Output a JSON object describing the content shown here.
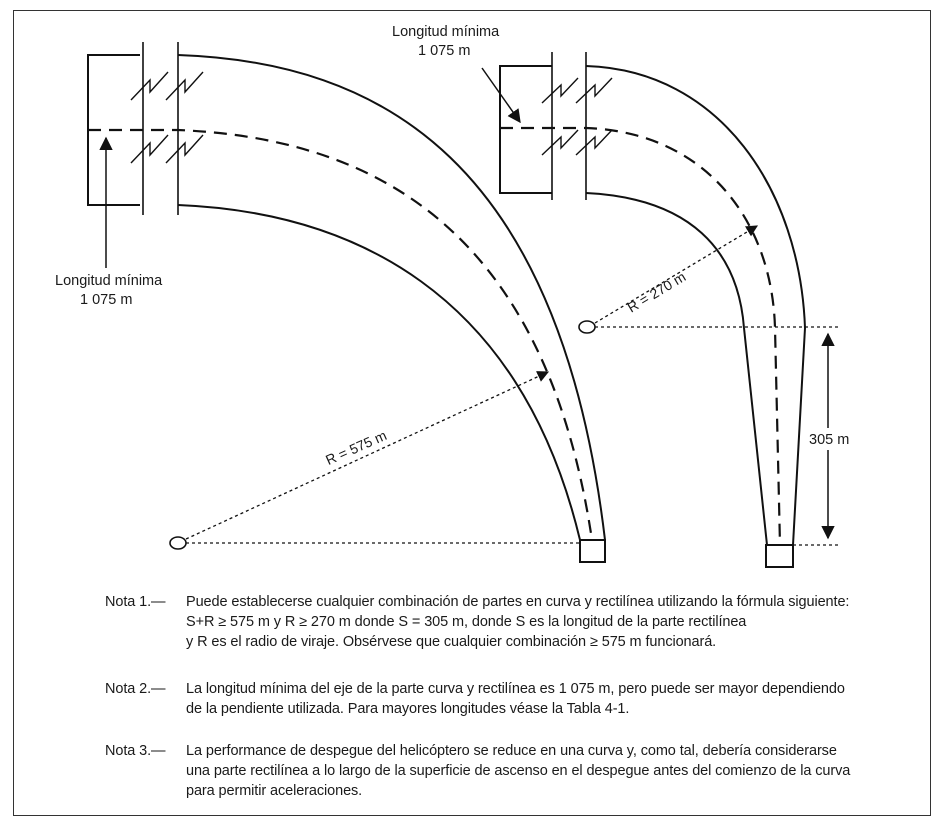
{
  "diagram": {
    "label_min_left_1": "Longitud mínima",
    "label_min_left_2": "1 075 m",
    "label_min_right_1": "Longitud mínima",
    "label_min_right_2": "1 075 m",
    "label_r_left": "R = 575 m",
    "label_r_right": "R = 270 m",
    "label_dim": "305 m"
  },
  "notes": {
    "note1_label": "Nota 1.—",
    "note1_line1": "Puede establecerse cualquier combinación de partes en curva y rectilínea utilizando la fórmula siguiente:",
    "note1_line2": "S+R ≥ 575 m y R ≥ 270 m  donde S = 305 m, donde S es la longitud de la parte rectilínea",
    "note1_line3": "y R es el radio de viraje. Obsérvese que cualquier combinación  ≥ 575 m funcionará.",
    "note2_label": "Nota 2.—",
    "note2_line1": "La longitud mínima del eje de la parte curva y rectilínea es 1 075 m, pero puede ser mayor dependiendo",
    "note2_line2": "de la pendiente utilizada. Para mayores longitudes véase la Tabla 4-1.",
    "note3_label": "Nota 3.—",
    "note3_line1": "La performance de despegue del helicóptero se reduce en una curva y, como tal, debería considerarse",
    "note3_line2": "una parte rectilínea a lo largo de la superficie de ascenso en el despegue antes del comienzo de la curva",
    "note3_line3": "para permitir aceleraciones."
  }
}
